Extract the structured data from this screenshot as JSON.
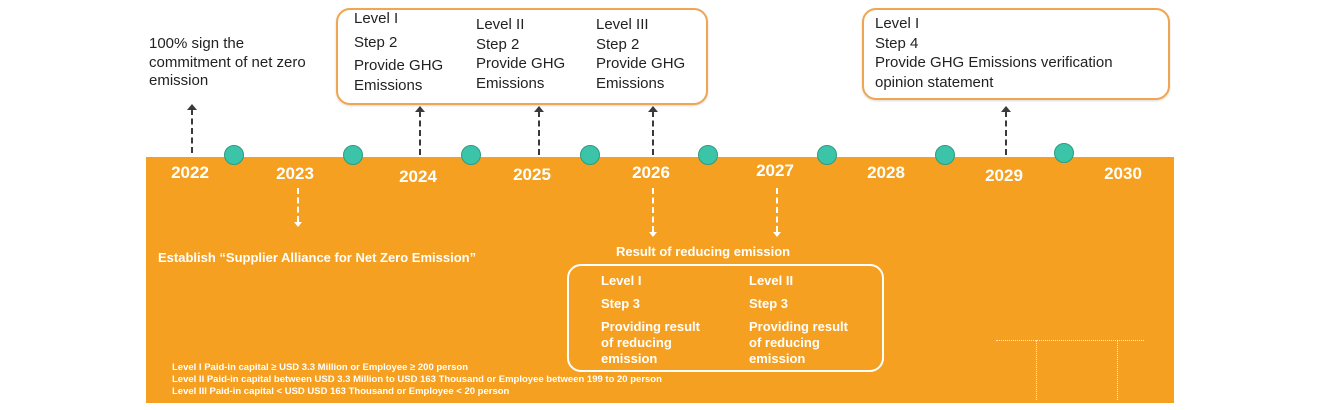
{
  "years": [
    "2022",
    "2023",
    "2024",
    "2025",
    "2026",
    "2027",
    "2028",
    "2029",
    "2030"
  ],
  "milestone_2022": [
    "100% sign the",
    "commitment of net zero",
    "emission"
  ],
  "box_2024": [
    [
      "Level I",
      "Step 2",
      "Provide GHG",
      "Emissions"
    ],
    [
      "Level II",
      "Step 2",
      "Provide GHG",
      "Emissions"
    ],
    [
      "Level III",
      "Step 2",
      "Provide GHG",
      "Emissions"
    ]
  ],
  "box_2029": [
    "Level I",
    "Step 4",
    "Provide GHG Emissions verification",
    "opinion statement"
  ],
  "alliance_label": "Establish “Supplier Alliance for Net Zero Emission”",
  "result_label": "Result of reducing emission",
  "result_box": [
    [
      "Level I",
      "Step 3",
      "Providing result",
      "of reducing",
      "emission"
    ],
    [
      "Level II",
      "Step 3",
      "Providing result",
      "of reducing",
      "emission"
    ]
  ],
  "legend": [
    "Level I   Paid-in capital ≥ USD 3.3 Million or Employee ≥ 200 person",
    "Level II  Paid-in capital between USD 3.3 Million to USD 163 Thousand or Employee between 199 to 20 person",
    "Level III Paid-in capital < USD USD 163 Thousand or Employee < 20 person"
  ],
  "colors": {
    "band": "#f5a020",
    "dot": "#3cc4a8",
    "box_border": "#f0a552"
  }
}
